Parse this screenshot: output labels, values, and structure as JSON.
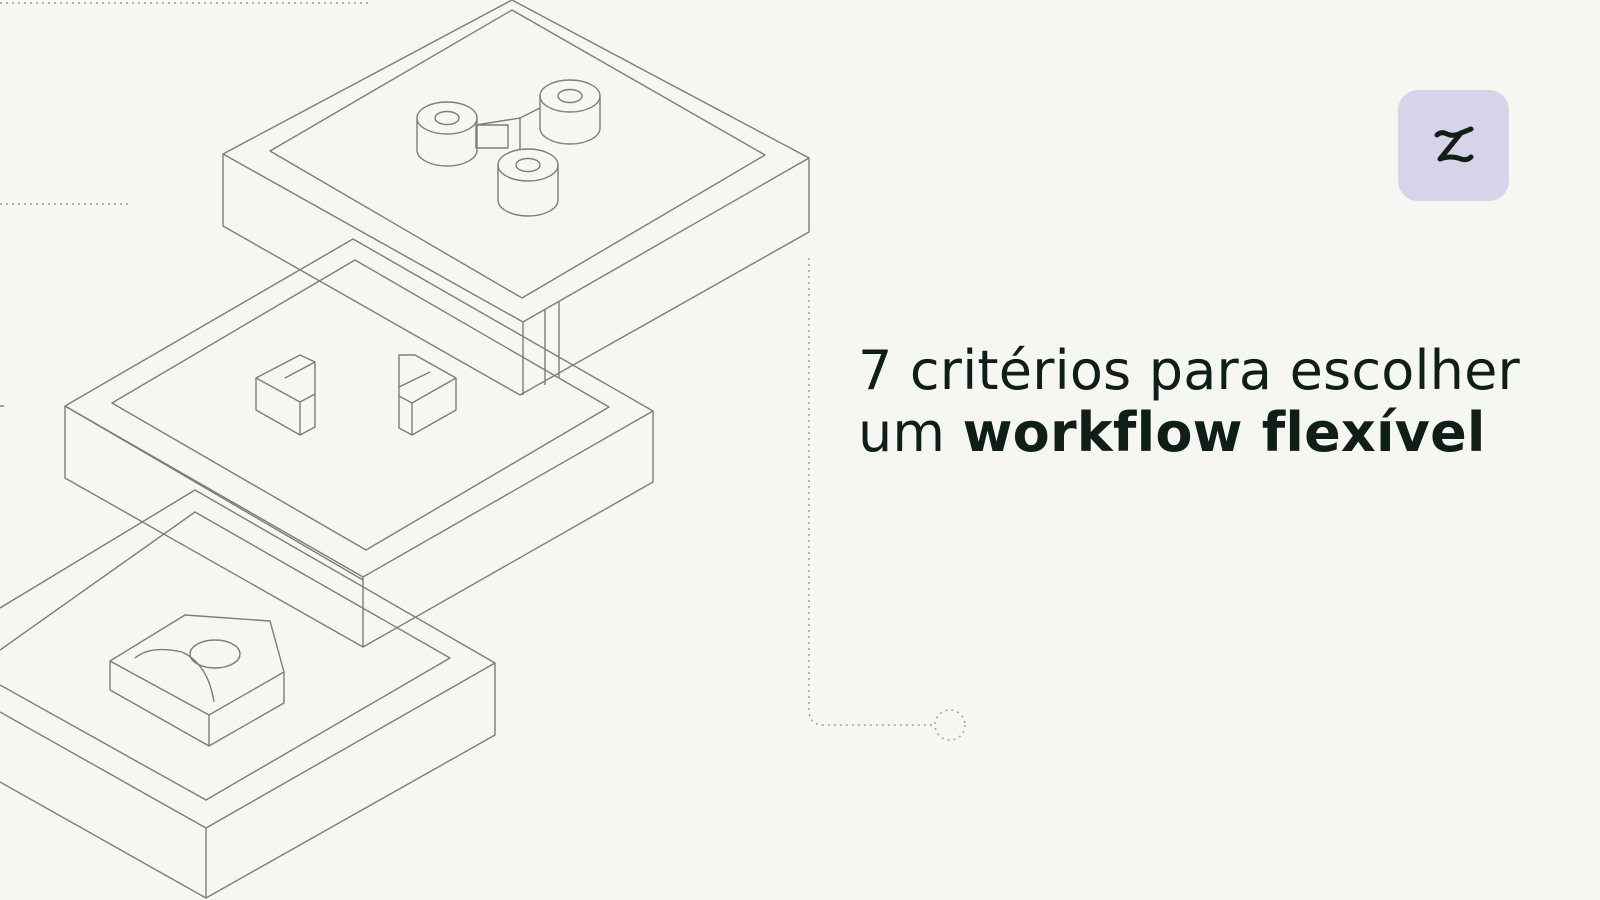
{
  "headline": {
    "line1": "7 critérios para escolher",
    "line2_regular": "um ",
    "line2_bold": "workflow flexível"
  },
  "logo": {
    "icon": "zendesk-z-logo",
    "background": "#d7d4ea",
    "foreground": "#0f1f17"
  },
  "illustration": {
    "icons": [
      "workflow-connections-icon",
      "code-brackets-icon",
      "user-profile-icon"
    ],
    "line_color": "#7c7e7b",
    "background": "#f6f7f3"
  }
}
